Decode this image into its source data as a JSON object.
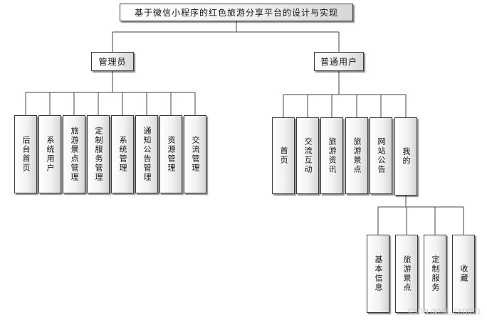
{
  "diagram": {
    "root": {
      "label": "基于微信小程序的红色旅游分享平台的设计与实现"
    },
    "admin": {
      "label": "管理员",
      "children": [
        "后台首页",
        "系统用户",
        "旅游景点管理",
        "定制服务管理",
        "系统管理",
        "通知公告管理",
        "资源管理",
        "交流管理"
      ]
    },
    "user": {
      "label": "普通用户",
      "children": [
        "首页",
        "交流互动",
        "旅游资讯",
        "旅游景点",
        "网站公告",
        "我的"
      ]
    },
    "mine": {
      "children": [
        "基本信息",
        "旅游景点",
        "定制服务",
        "收藏"
      ]
    }
  },
  "watermark": "CSDN @MZ_ZXD001"
}
